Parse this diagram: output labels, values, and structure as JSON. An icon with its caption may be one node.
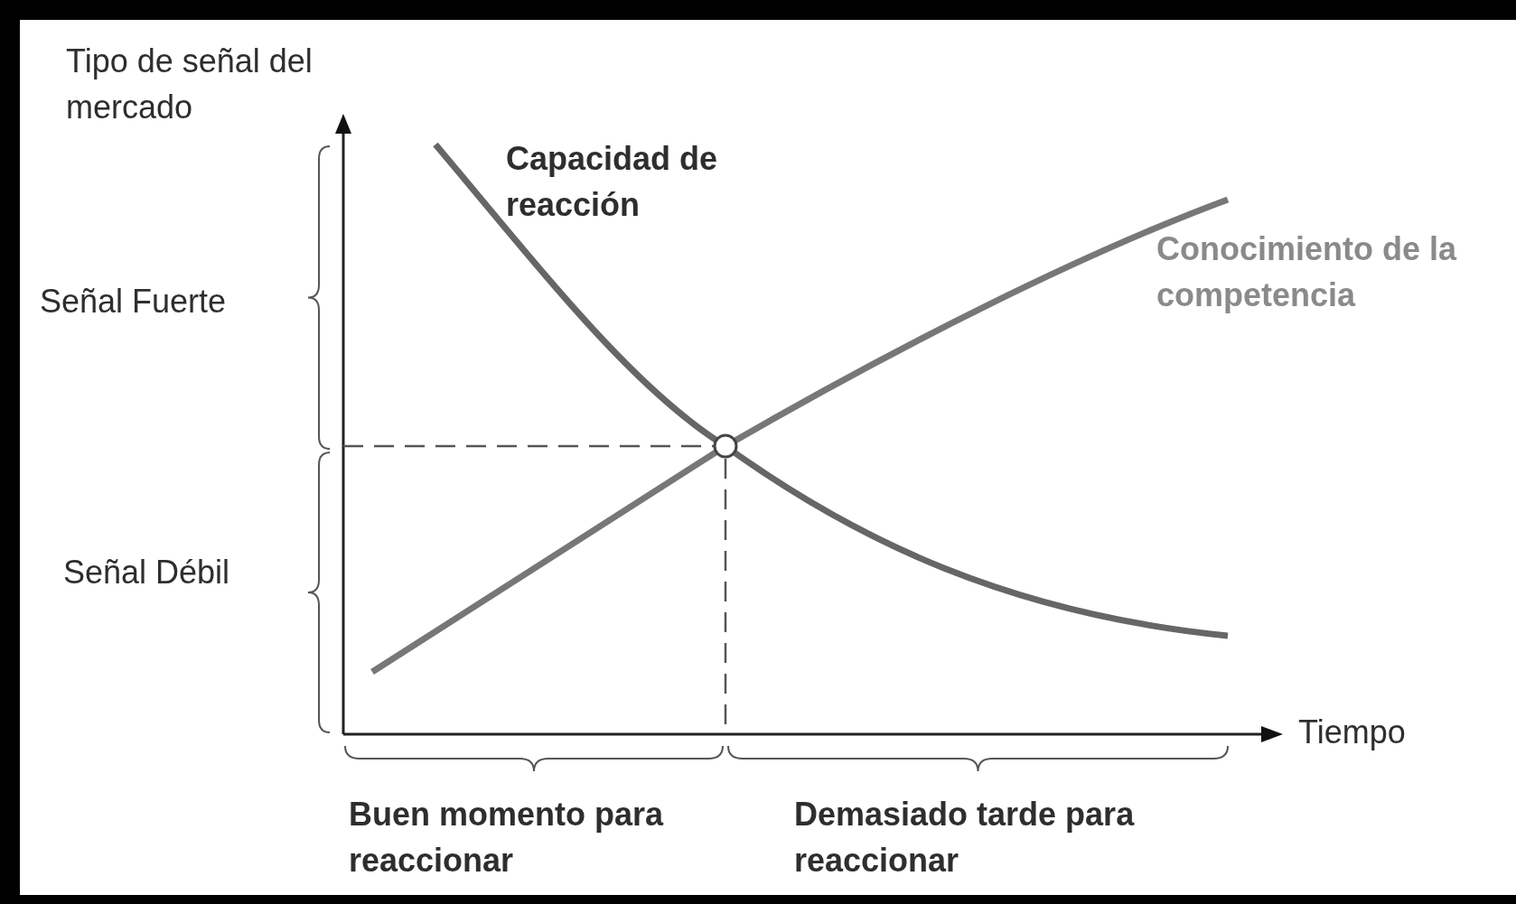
{
  "diagram": {
    "labels": [
      "Tipo de señal del mercado",
      "Capacidad de reacción",
      "Conocimiento de la competencia",
      "Señal Fuerte",
      "Señal Débil",
      "Tiempo",
      "Buen momento para reaccionar",
      "Demasiado tarde para reaccionar"
    ]
  }
}
